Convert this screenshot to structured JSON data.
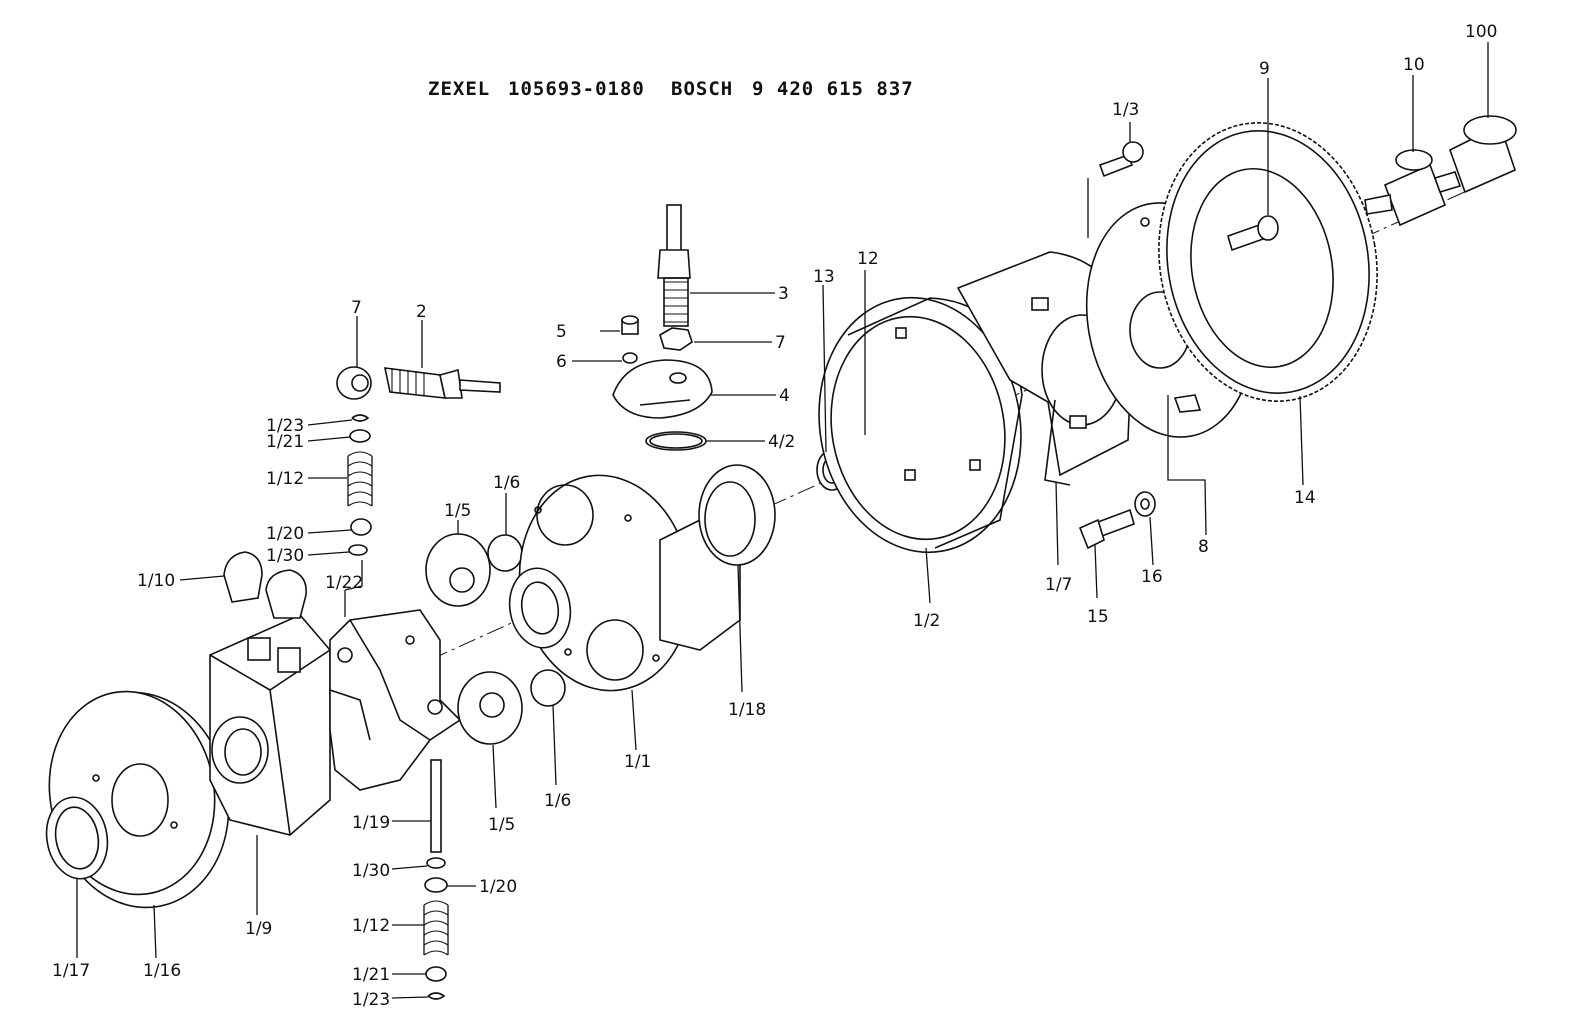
{
  "header": {
    "brand1": "ZEXEL",
    "number1": "105693-0180",
    "brand2": "BOSCH",
    "number2": "9 420 615 837"
  },
  "labels": {
    "l100": "100",
    "l10": "10",
    "l9": "9",
    "l1_3": "1/3",
    "l3": "3",
    "l12": "12",
    "l13": "13",
    "l2": "2",
    "l7a": "7",
    "l5": "5",
    "l6": "6",
    "l7b": "7",
    "l4": "4",
    "l4_2": "4/2",
    "l1_23a": "1/23",
    "l1_21a": "1/21",
    "l1_12a": "1/12",
    "l1_20a": "1/20",
    "l1_30a": "1/30",
    "l1_10": "1/10",
    "l1_22": "1/22",
    "l1_5a": "1/5",
    "l1_6a": "1/6",
    "l1_5b": "1/5",
    "l1_6b": "1/6",
    "l1_1": "1/1",
    "l1_18": "1/18",
    "l1_2": "1/2",
    "l1_7": "1/7",
    "l15": "15",
    "l16": "16",
    "l8": "8",
    "l14": "14",
    "l1_9": "1/9",
    "l1_17": "1/17",
    "l1_16": "1/16",
    "l1_19": "1/19",
    "l1_30b": "1/30",
    "l1_20b": "1/20",
    "l1_12b": "1/12",
    "l1_21b": "1/21",
    "l1_23b": "1/23"
  }
}
